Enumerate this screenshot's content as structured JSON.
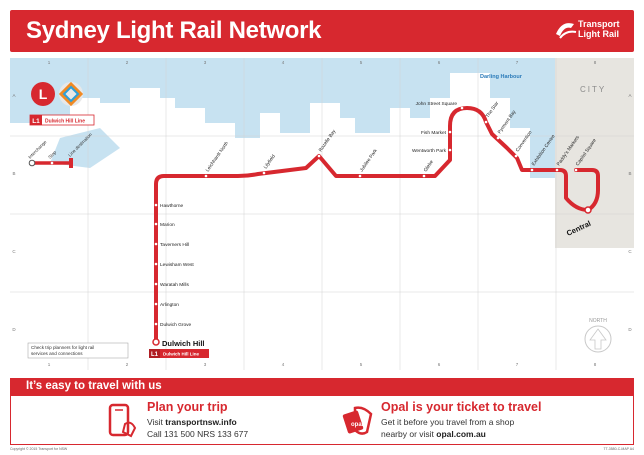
{
  "header": {
    "title": "Sydney Light Rail Network",
    "brand_line1": "Transport",
    "brand_line2": "Light Rail"
  },
  "grid": {
    "columns": [
      "1",
      "2",
      "3",
      "4",
      "5",
      "6",
      "7",
      "8"
    ],
    "rows": [
      "A",
      "B",
      "C",
      "D"
    ]
  },
  "areas": {
    "harbour": "Darling Harbour",
    "city": "CITY"
  },
  "legend": {
    "line_badge": "L1",
    "line_name": "Dulwich Hill Line",
    "key_interchange": "Interchange",
    "key_stop": "Stop",
    "key_terminus": "Line destination"
  },
  "stations_diag": [
    "Leichhardt North",
    "Lilyfield",
    "Rozelle Bay",
    "Jubilee Park",
    "Glebe",
    "Convention",
    "Exhibition Centre",
    "Paddy's Markets",
    "Capitol Square",
    "The Star",
    "Pyrmont Bay"
  ],
  "stations_horiz": [
    "Hawthorne",
    "Marion",
    "Taverners Hill",
    "Lewisham West",
    "Waratah Mills",
    "Arlington",
    "Dulwich Grove",
    "John Street Square",
    "Fish Market",
    "Wentworth Park"
  ],
  "terminals": {
    "west": "Dulwich Hill",
    "east": "Central"
  },
  "terminal_badge": {
    "code": "L1",
    "name": "Dulwich Hill Line"
  },
  "note": {
    "line1": "Check trip planners for light rail",
    "line2": "services and connections"
  },
  "north_label": "NORTH",
  "footer": {
    "band": "It’s easy to travel with us",
    "plan_title": "Plan your trip",
    "plan_visit_prefix": "Visit ",
    "plan_visit_url": "transportnsw.info",
    "plan_phone": "Call 131 500  NRS 133 677",
    "opal_title": "Opal is your ticket to travel",
    "opal_line1": "Get it before you travel from a shop",
    "opal_line2_prefix": "nearby or visit ",
    "opal_url": "opal.com.au"
  },
  "copyright": "Copyright © 2015 Transport for NSW",
  "code": "TT-3580-C-MAP A4",
  "colors": {
    "brand_red": "#d7282f",
    "water": "#c7e2f1",
    "land": "#e7e5e0",
    "grid": "#d6d6d6"
  }
}
